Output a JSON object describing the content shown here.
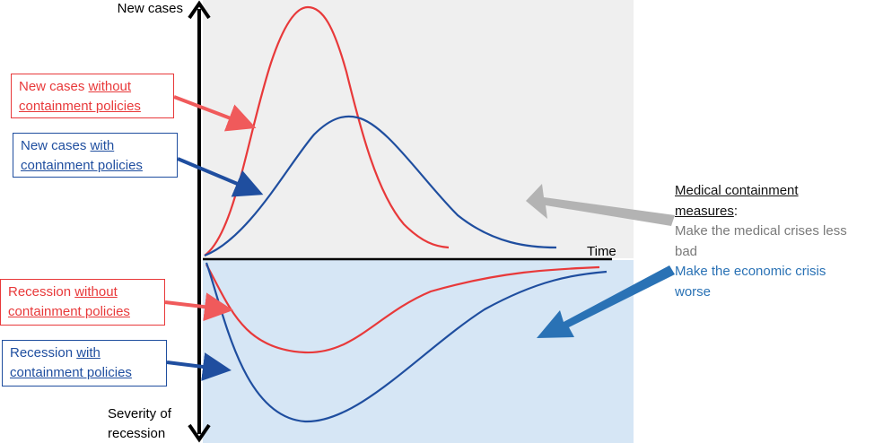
{
  "axes": {
    "y_top_label": "New cases",
    "x_label": "Time",
    "y_bottom_label_line1": "Severity of",
    "y_bottom_label_line2": "recession"
  },
  "boxes": {
    "cases_without": {
      "line1_prefix": "New cases ",
      "line1_underlined": "without",
      "line2_underlined": "containment policies"
    },
    "cases_with": {
      "line1_prefix": "New cases ",
      "line1_underlined": "with",
      "line2_underlined": "containment policies"
    },
    "recession_without": {
      "line1_prefix": "Recession ",
      "line1_underlined": "without",
      "line2_underlined": "containment policies"
    },
    "recession_with": {
      "line1_prefix": "Recession ",
      "line1_underlined": "with",
      "line2_underlined": "containment policies"
    }
  },
  "note": {
    "title_line1": "Medical containment",
    "title_line2_underlined": "measures",
    "title_line2_suffix": ":",
    "medical_line1": "Make the medical crises less",
    "medical_line2": "bad",
    "economic_line1": "Make the economic crisis",
    "economic_line2": "worse"
  },
  "colors": {
    "red": "#e8393a",
    "blue": "#1f4e9f",
    "upper_panel": "#efefef",
    "lower_panel": "#d6e6f5",
    "gray_arrow": "#b3b3b3",
    "blue_arrow": "#2a72b5"
  }
}
